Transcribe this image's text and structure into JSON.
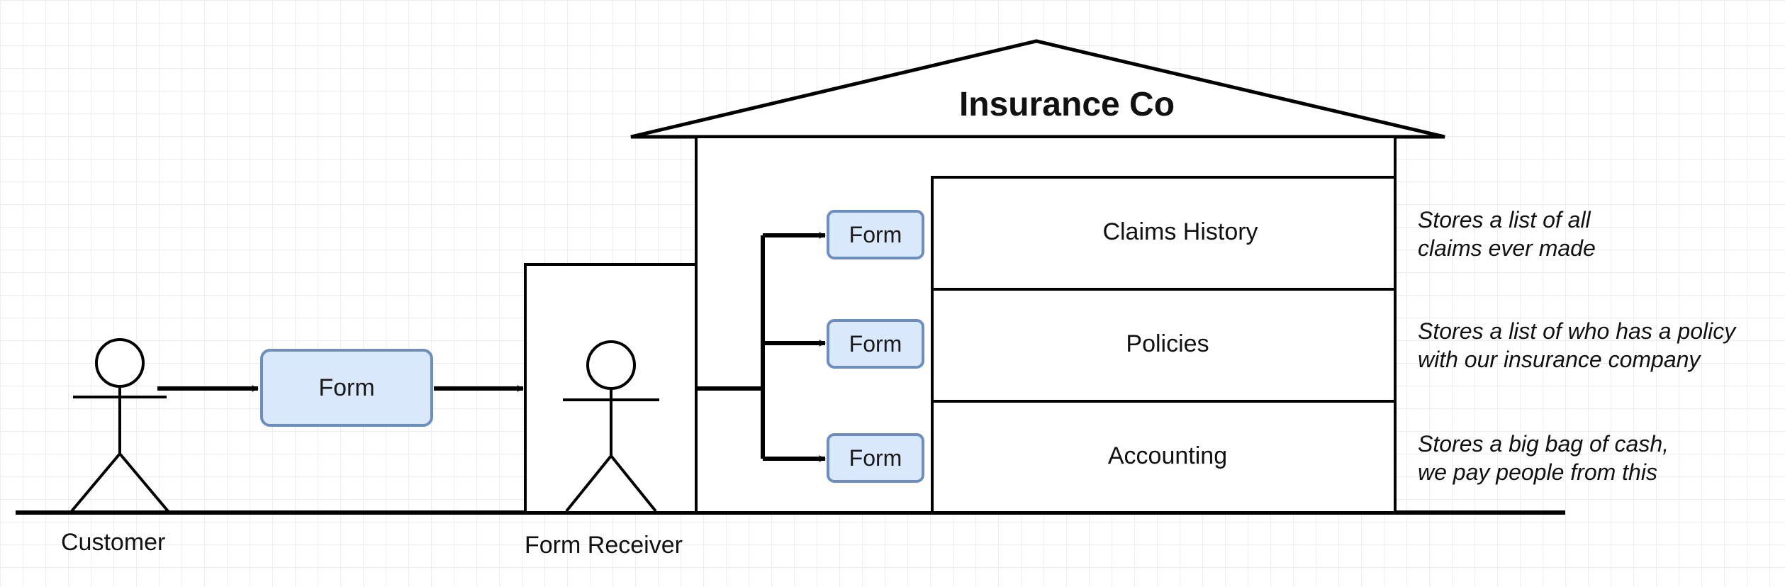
{
  "title": "Insurance Co",
  "actors": {
    "customer": "Customer",
    "form_receiver": "Form Receiver"
  },
  "forms": {
    "main": "Form",
    "claims": "Form",
    "policies": "Form",
    "accounting": "Form"
  },
  "tables": {
    "claims": "Claims History",
    "policies": "Policies",
    "accounting": "Accounting"
  },
  "notes": {
    "claims": [
      "Stores a list of all",
      "claims ever made"
    ],
    "policies": [
      "Stores a list of who has a policy",
      "with our insurance company"
    ],
    "accounting": [
      "Stores a big bag of cash,",
      "we pay people from this"
    ]
  },
  "colors": {
    "form_fill": "#dae8fc",
    "form_stroke": "#6c8ebf",
    "line": "#000000"
  }
}
